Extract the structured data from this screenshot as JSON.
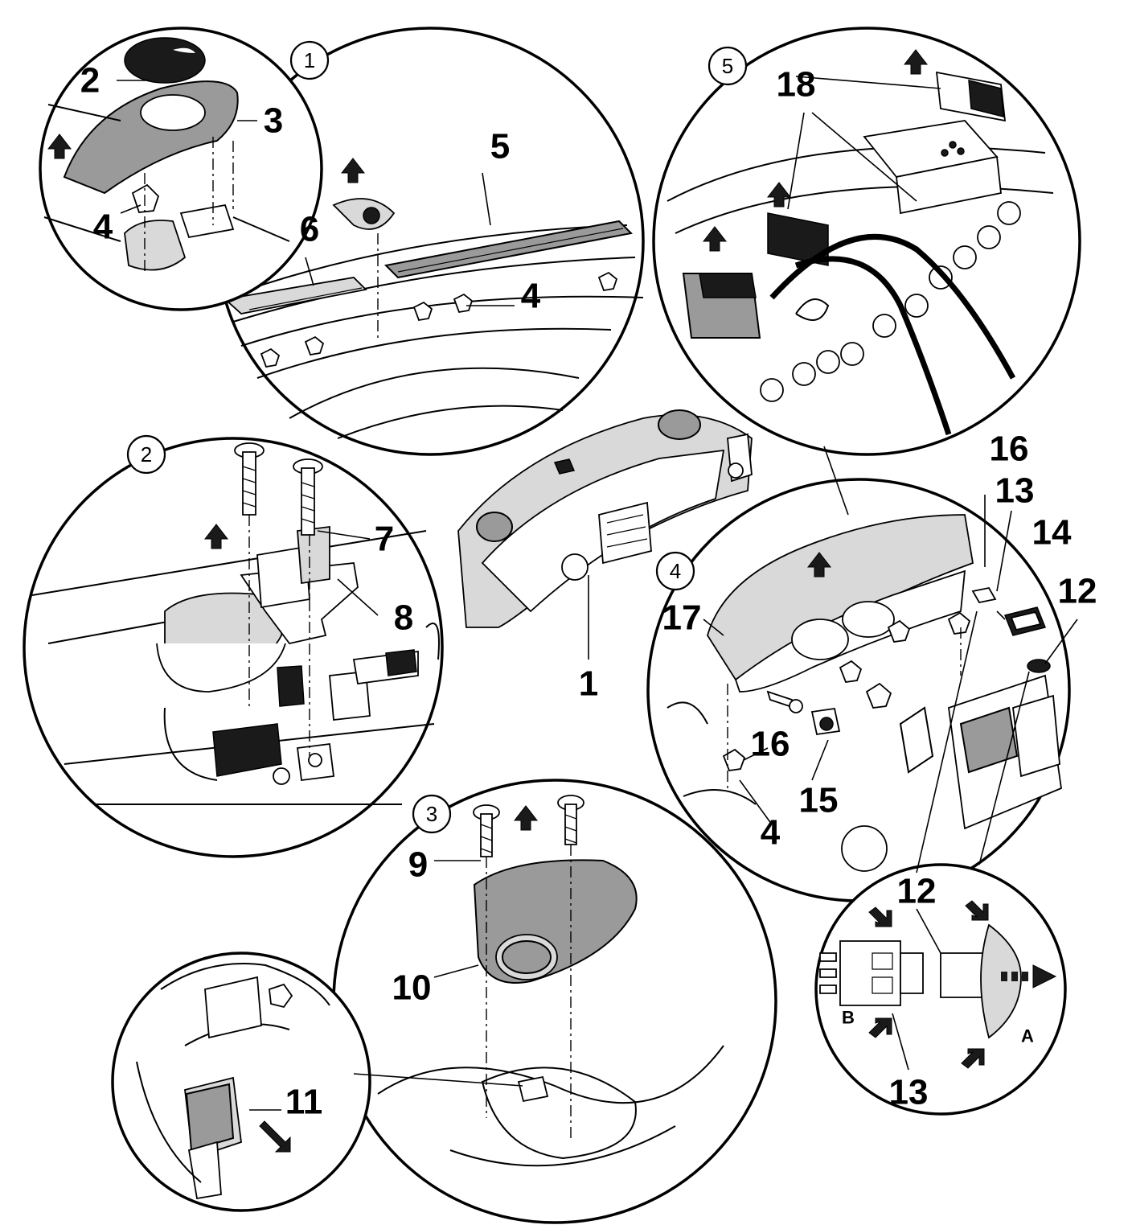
{
  "detail_badges": {
    "b1": "1",
    "b2": "2",
    "b3": "3",
    "b4": "4",
    "b5": "5"
  },
  "callouts": {
    "c1": "1",
    "c2": "2",
    "c3": "3",
    "c4a": "4",
    "c4b": "4",
    "c4c": "4",
    "c5": "5",
    "c6": "6",
    "c7": "7",
    "c8": "8",
    "c9": "9",
    "c10": "10",
    "c11": "11",
    "c12a": "12",
    "c12b": "12",
    "c13a": "13",
    "c13b": "13",
    "c14": "14",
    "c15": "15",
    "c16a": "16",
    "c16b": "16",
    "c17": "17",
    "c18": "18"
  },
  "view_labels": {
    "a": "A",
    "b": "B"
  }
}
